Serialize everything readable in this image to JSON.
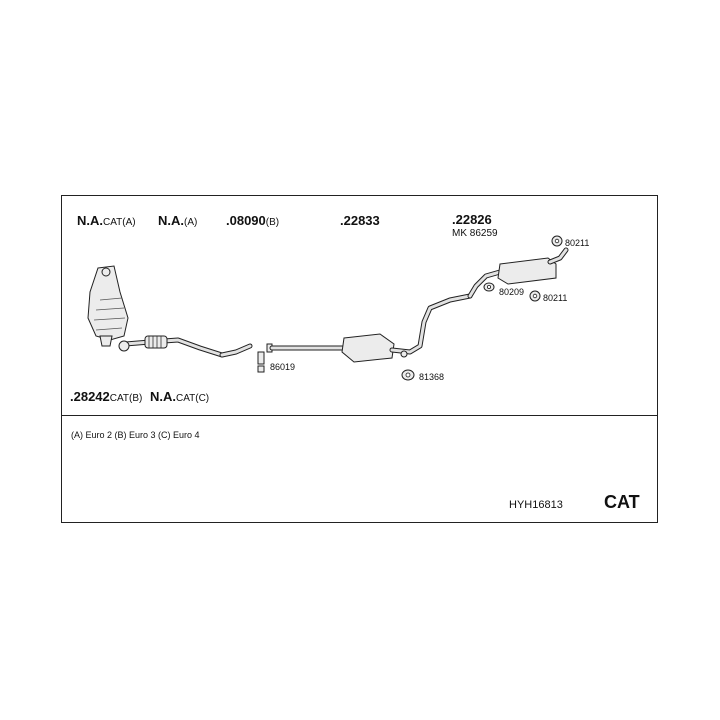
{
  "parts_top": [
    {
      "number": "N.A.",
      "suffix": "CAT(A)"
    },
    {
      "number": "N.A.",
      "suffix": "(A)"
    },
    {
      "number": ".08090",
      "suffix": "(B)"
    },
    {
      "number": ".22833",
      "suffix": ""
    },
    {
      "number": ".22826",
      "suffix": ""
    }
  ],
  "mk_label": "MK 86259",
  "parts_bottom": [
    {
      "number": ".28242",
      "suffix": "CAT(B)"
    },
    {
      "number": "N.A.",
      "suffix": "CAT(C)"
    }
  ],
  "small_labels": {
    "p80211_a": "80211",
    "p80209": "80209",
    "p80211_b": "80211",
    "p86019": "86019",
    "p81368": "81368"
  },
  "legend": "(A) Euro 2 (B) Euro 3 (C) Euro 4",
  "code": "HYH16813",
  "category": "CAT"
}
